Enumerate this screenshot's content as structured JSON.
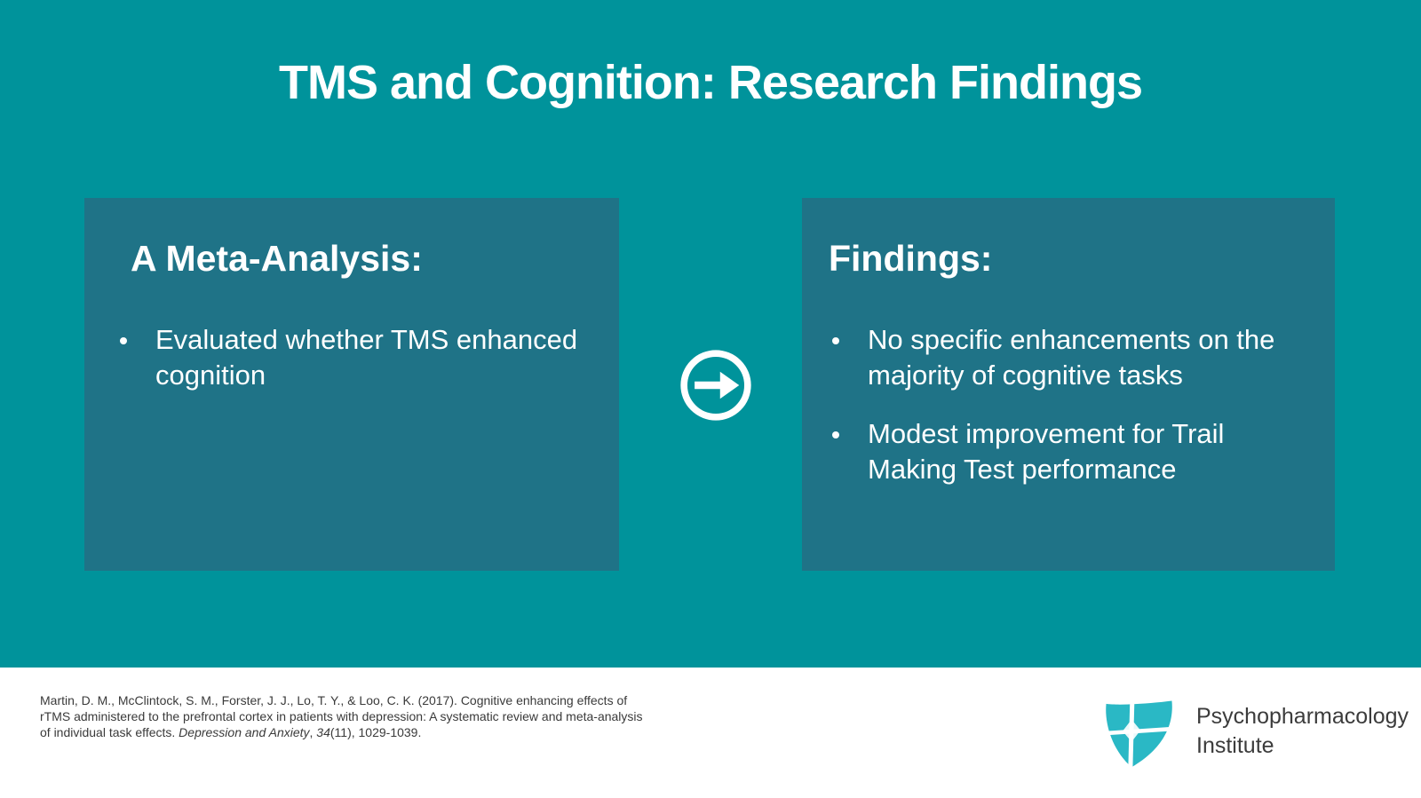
{
  "slide": {
    "title": "TMS and Cognition: Research Findings",
    "left_box": {
      "heading": "A Meta-Analysis:",
      "bullets": [
        "Evaluated whether TMS enhanced cognition"
      ]
    },
    "right_box": {
      "heading": "Findings:",
      "bullets": [
        "No specific enhancements on the majority of cognitive tasks",
        "Modest improvement for Trail Making Test performance"
      ]
    },
    "arrow_icon": "circle-arrow-right"
  },
  "footer": {
    "citation": {
      "line1": "Martin, D. M., McClintock, S. M., Forster, J. J., Lo, T. Y., & Loo, C. K. (2017). Cognitive enhancing effects of",
      "line2": "rTMS administered to the prefrontal cortex in patients with depression: A systematic review and meta-analysis",
      "line3_prefix": "of individual task effects. ",
      "line3_italic1": "Depression and Anxiety",
      "line3_sep": ", ",
      "line3_italic2": "34",
      "line3_suffix": "(11), 1029-1039."
    },
    "logo": {
      "name": "Psychopharmacology Institute",
      "line1": "Psychopharmacology",
      "line2": "Institute"
    }
  },
  "colors": {
    "background": "#00939B",
    "panel": "#1F7387",
    "text_light": "#FFFFFF",
    "footer_background": "#FFFFFF",
    "citation_text": "#3A3A3A",
    "logo_teal": "#2AB8C5",
    "logo_text": "#3C3C3C"
  }
}
